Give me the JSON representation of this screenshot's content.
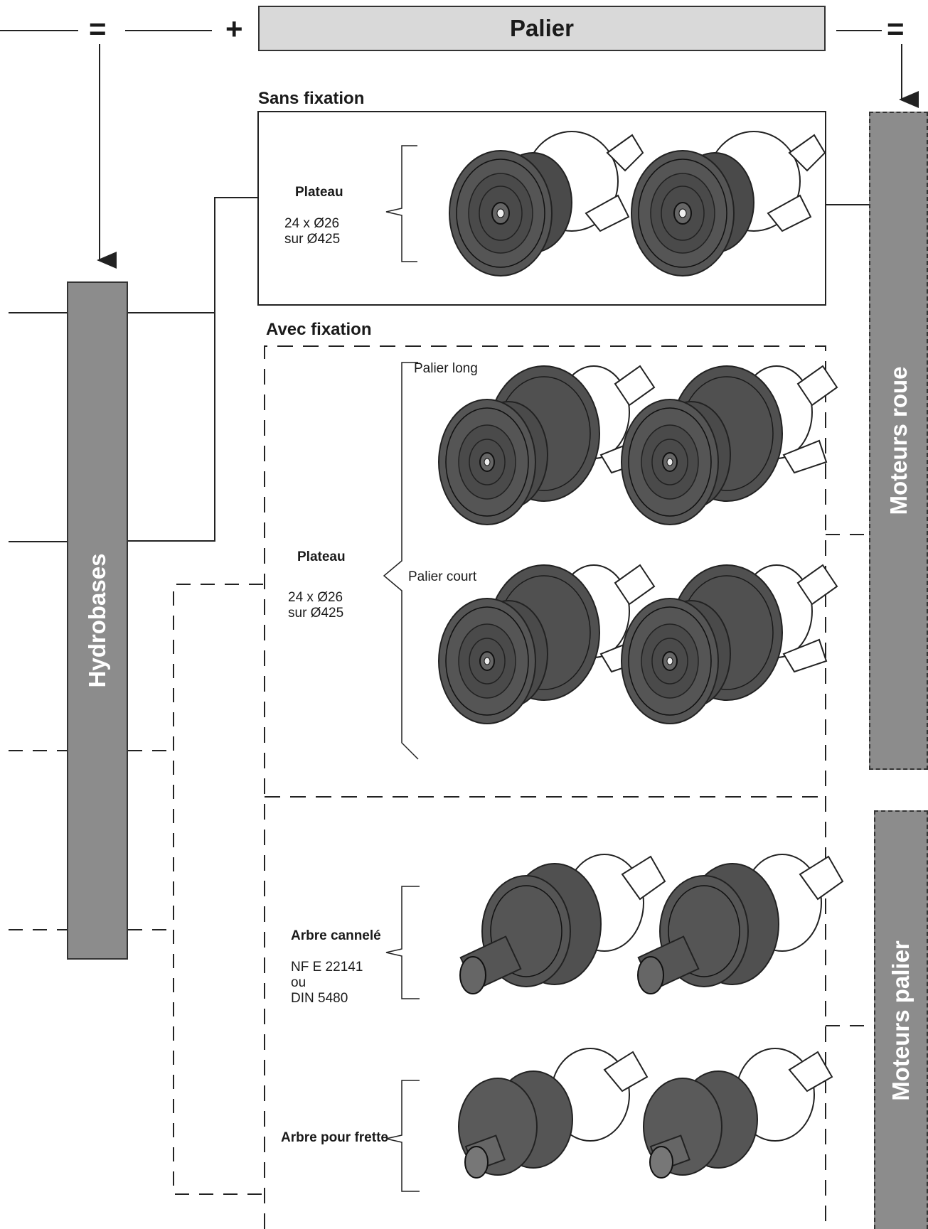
{
  "symbols": {
    "equals": "=",
    "plus": "+"
  },
  "header": {
    "title": "Palier"
  },
  "left_bar": {
    "label": "Hydrobases"
  },
  "right_bars": {
    "top": "Moteurs roue",
    "bottom": "Moteurs palier"
  },
  "sans_fixation": {
    "title": "Sans fixation",
    "option_title": "Plateau",
    "spec_line1": "24 x Ø26",
    "spec_line2": "sur Ø425"
  },
  "avec_fixation": {
    "title": "Avec fixation",
    "palier_long": "Palier long",
    "palier_court": "Palier court",
    "option_title": "Plateau",
    "spec_line1": "24 x Ø26",
    "spec_line2": "sur Ø425"
  },
  "arbre_cannele": {
    "title": "Arbre cannelé",
    "line1": "NF E 22141",
    "line2": "ou",
    "line3": "DIN 5480"
  },
  "arbre_frette": {
    "title": "Arbre pour frette"
  },
  "colors": {
    "bar_fill": "#8c8c8c",
    "header_fill": "#d9d9d9",
    "motor_dark": "#444444",
    "motor_light": "#ffffff"
  }
}
